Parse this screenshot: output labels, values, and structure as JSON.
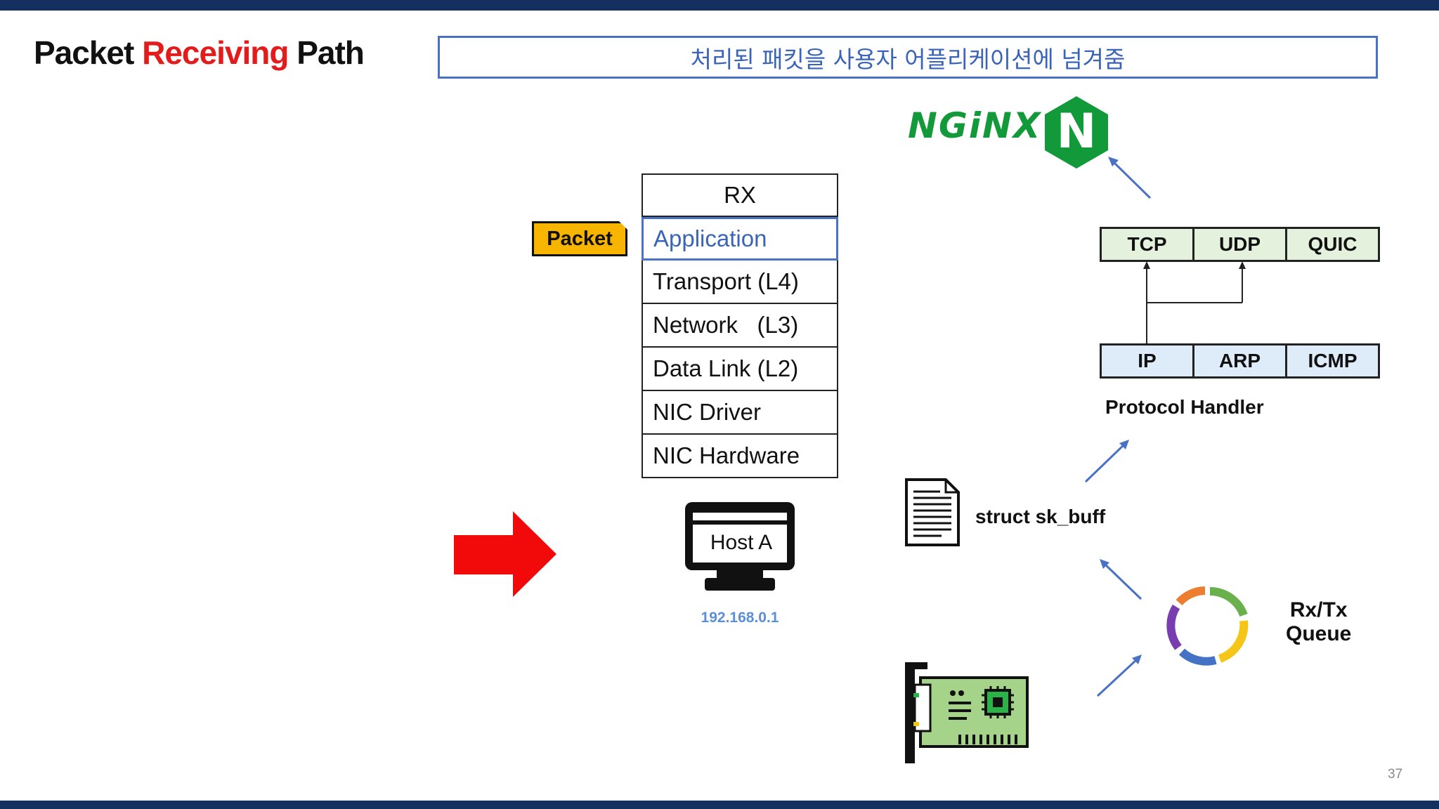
{
  "title": {
    "prefix": "Packet ",
    "accent": "Receiving",
    "suffix": " Path"
  },
  "banner": "처리된 패킷을 사용자 어플리케이션에 넘겨줌",
  "packet_label": "Packet",
  "stack": {
    "layers": [
      "RX",
      "Application",
      "Transport (L4)",
      "Network   (L3)",
      "Data Link (L2)",
      "NIC Driver",
      "NIC Hardware"
    ]
  },
  "host": {
    "label": "Host A",
    "ip": "192.168.0.1"
  },
  "nginx": {
    "wordmark": "NGiNX",
    "logo_letter": "N"
  },
  "protocols": {
    "l4": [
      "TCP",
      "UDP",
      "QUIC"
    ],
    "l3": [
      "IP",
      "ARP",
      "ICMP"
    ],
    "caption": "Protocol Handler"
  },
  "skbuff_label": "struct sk_buff",
  "queue_label": [
    "Rx/Tx",
    "Queue"
  ],
  "page_number": "37",
  "colors": {
    "top_bar": "#15305e",
    "accent_red": "#e31b1b",
    "highlight_blue": "#4a72c4",
    "arrow_blue": "#4a72c4",
    "packet_yellow": "#f7b500",
    "nginx_green": "#129a3a",
    "tcp_row_fill": "#e4f1dc",
    "ip_row_fill": "#deebf8"
  },
  "icons": [
    "red-arrow-icon",
    "monitor-icon",
    "nginx-hexagon-icon",
    "document-icon",
    "ring-queue-icon",
    "nic-card-icon"
  ]
}
